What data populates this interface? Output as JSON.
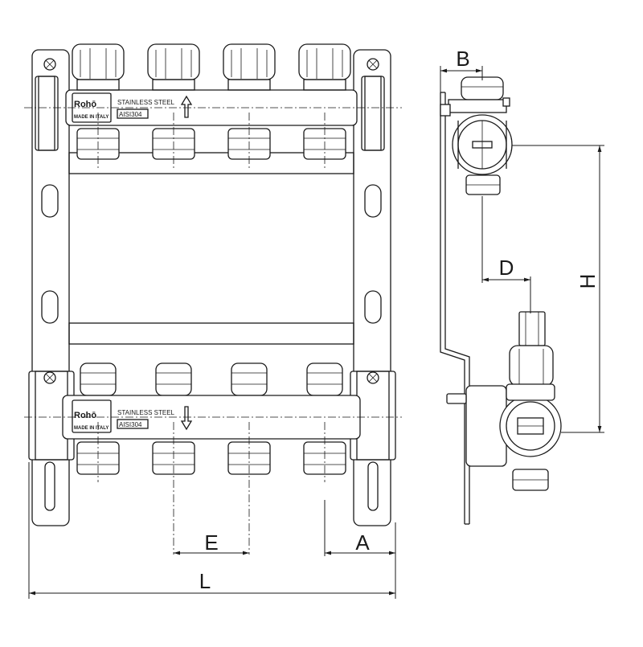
{
  "diagram": {
    "dimensions": {
      "L": "L",
      "E": "E",
      "A": "A",
      "B": "B",
      "D": "D",
      "H": "H"
    },
    "manifold_labels": {
      "brand": "Rohō",
      "material": "STAINLESS STEEL",
      "grade": "AISI304",
      "origin": "MADE IN ITALY"
    }
  }
}
